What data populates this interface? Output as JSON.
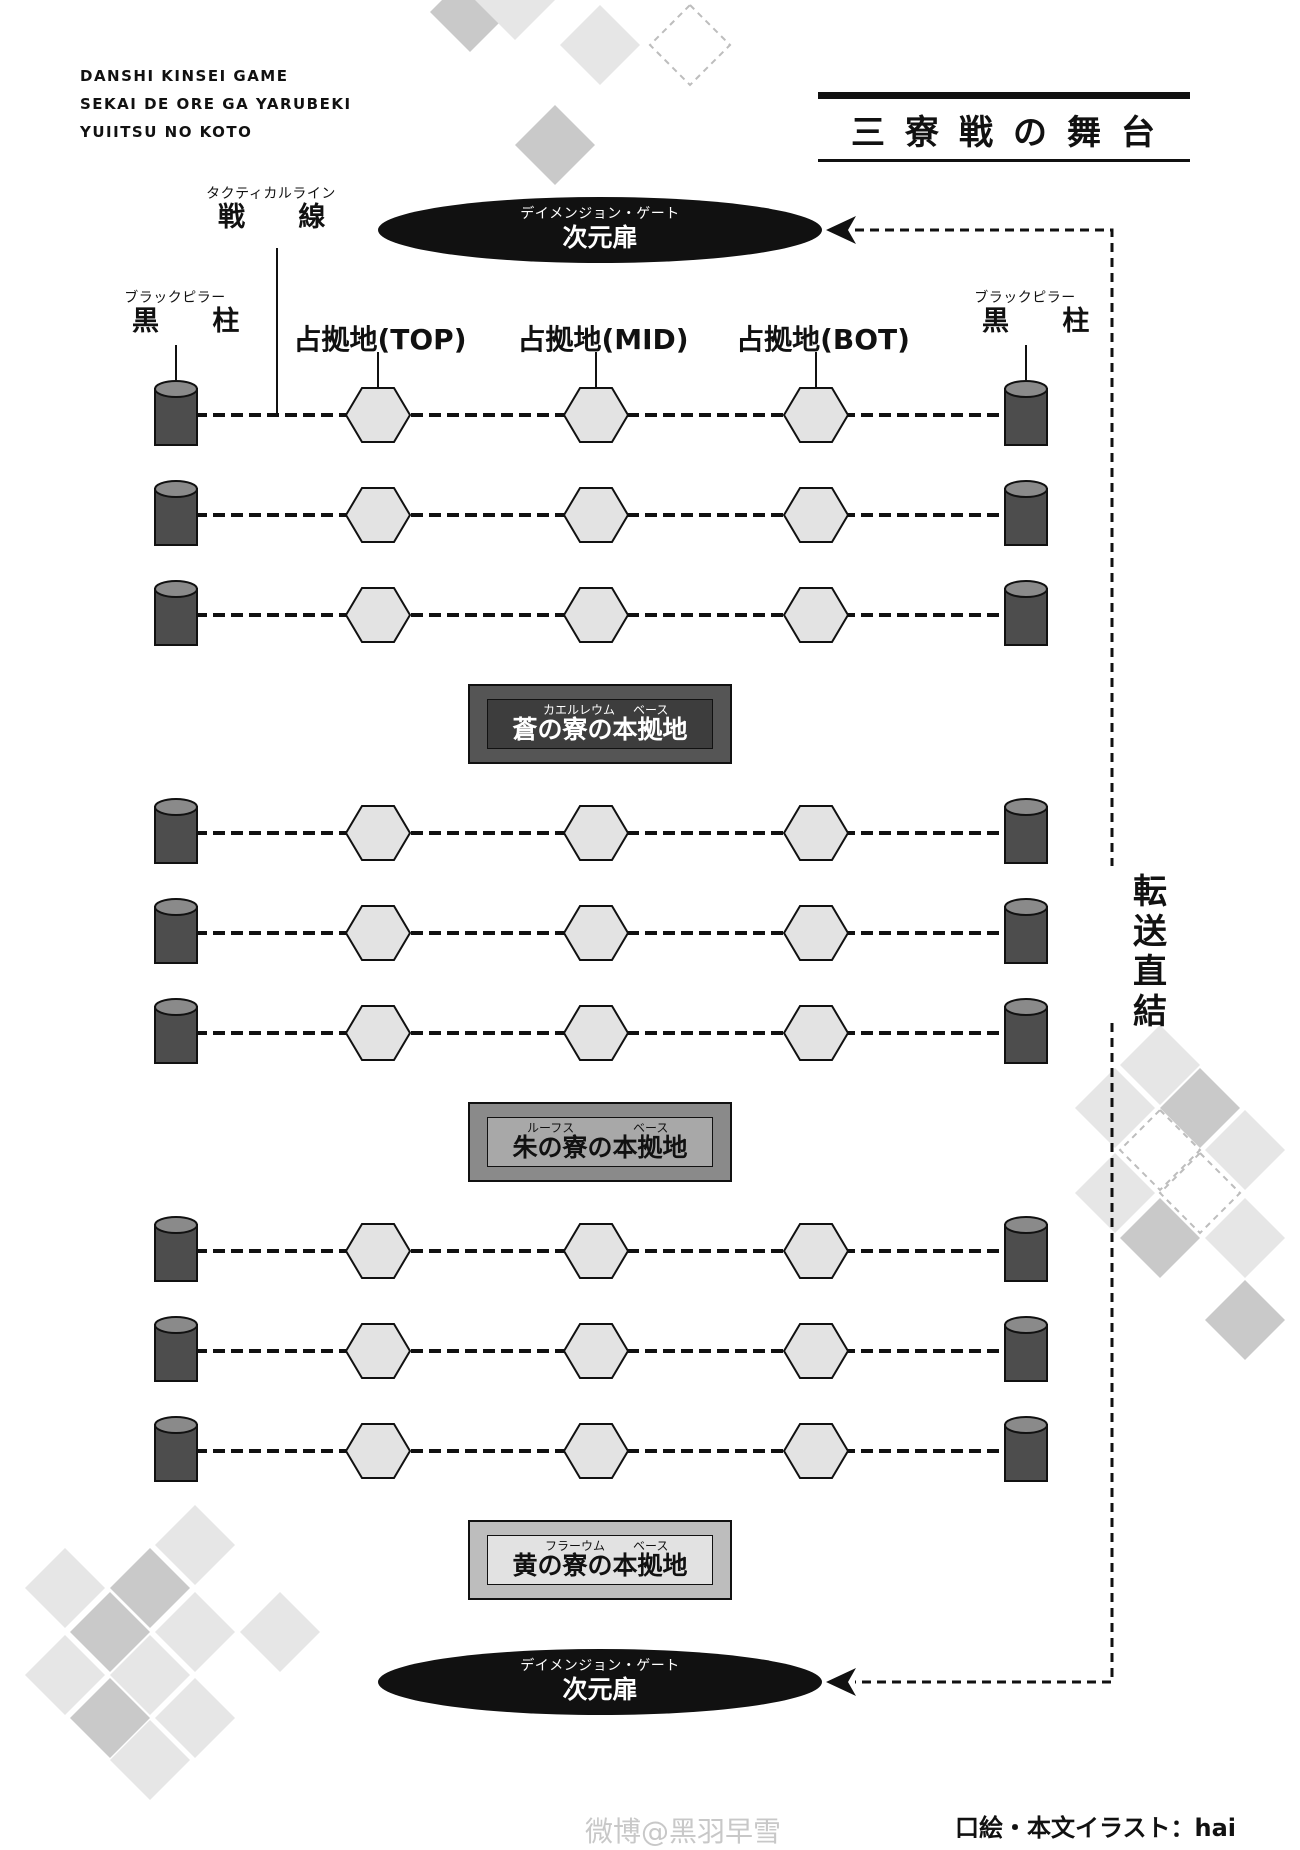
{
  "series_lines": [
    "DANSHI KINSEI GAME",
    "SEKAI DE ORE GA YARUBEKI",
    "YUIITSU NO KOTO"
  ],
  "title": "三寮戦の舞台",
  "front_line": {
    "ruby": "タクティカルライン",
    "label": "戦 線"
  },
  "pillar": {
    "ruby": "ブラックピラー",
    "label": "黒 柱"
  },
  "objectives": [
    "占拠地(TOP)",
    "占拠地(MID)",
    "占拠地(BOT)"
  ],
  "gate": {
    "ruby": "デイメンジョン・ゲート",
    "label": "次元扉"
  },
  "bases": [
    {
      "ruby_left": "カエルレウム",
      "ruby_right": "ベース",
      "name": "蒼の寮の本拠地",
      "color": "#555555",
      "inner": "#3d3d3d",
      "text": "#ffffff"
    },
    {
      "ruby_left": "ルーフス",
      "ruby_right": "ベース",
      "name": "朱の寮の本拠地",
      "color": "#8a8a8a",
      "inner": "#a8a8a8",
      "text": "#111111"
    },
    {
      "ruby_left": "フラーウム",
      "ruby_right": "ベース",
      "name": "黄の寮の本拠地",
      "color": "#bdbdbd",
      "inner": "#e2e2e2",
      "text": "#111111"
    }
  ],
  "transfer_label": "転送直結",
  "credit": "口絵・本文イラスト：hai",
  "watermark": "微博@黑羽早雪",
  "colors": {
    "pillar": "#4d4d4d",
    "hex_fill": "#e3e3e3",
    "gate": "#111111",
    "diamond_dark": "#c9c9c9",
    "diamond_light": "#e6e6e6"
  }
}
